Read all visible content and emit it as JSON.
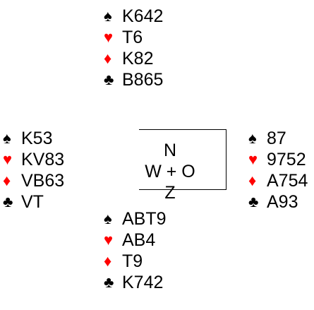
{
  "north": {
    "spades": "K642",
    "hearts": "T6",
    "diamonds": "K82",
    "clubs": "B865"
  },
  "west": {
    "spades": "K53",
    "hearts": "KV83",
    "diamonds": "VB63",
    "clubs": "VT"
  },
  "east": {
    "spades": "87",
    "hearts": "9752",
    "diamonds": "A754",
    "clubs": "A93"
  },
  "south": {
    "spades": "ABT9",
    "hearts": "AB4",
    "diamonds": "T9",
    "clubs": "K742"
  },
  "compass": {
    "north": "N",
    "west_east": "W + O",
    "south": "Z"
  },
  "suit_symbols": {
    "spades": "♠",
    "hearts": "♥",
    "diamonds": "♦",
    "clubs": "♣"
  },
  "colors": {
    "red_suit": "#ff0000",
    "black_suit": "#000000"
  }
}
